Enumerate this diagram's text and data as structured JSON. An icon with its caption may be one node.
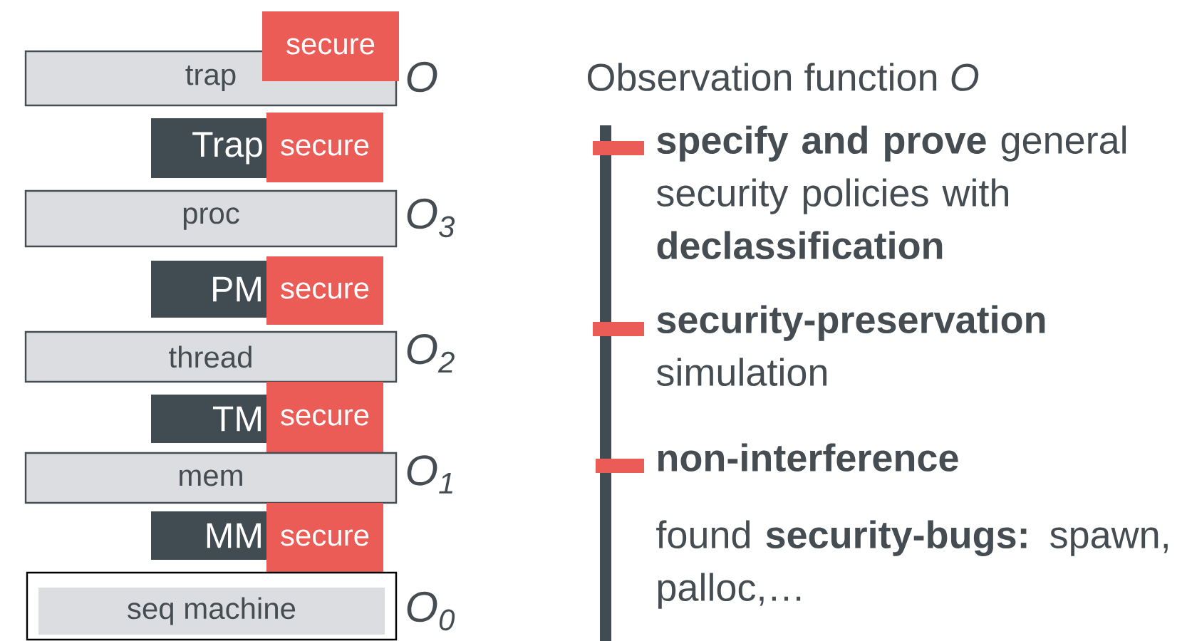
{
  "diagram": {
    "title": "Observation function *O*",
    "nodes": [
      {
        "text": [
          "secure"
        ]
      },
      {
        "text": [
          "trap"
        ],
        "beside": [
          "O"
        ]
      },
      {
        "text": [
          "Trap"
        ]
      },
      {
        "text": [
          "secure"
        ]
      },
      {
        "text": [
          "proc"
        ],
        "beside": [
          "O$_{3}$"
        ]
      },
      {
        "text": [
          "PM"
        ]
      },
      {
        "text": [
          "secure"
        ]
      },
      {
        "text": [
          "thread"
        ],
        "beside": [
          "O$_{2}$"
        ]
      },
      {
        "text": [
          "TM"
        ]
      },
      {
        "text": [
          "secure"
        ]
      },
      {
        "text": [
          "mem"
        ],
        "beside": [
          "O$_{1}$"
        ]
      },
      {
        "text": [
          "MM"
        ]
      },
      {
        "text": [
          "secure"
        ]
      },
      {
        "text": [
          "seq machine"
        ],
        "beside": [
          "O$_{0}$"
        ]
      }
    ],
    "labels": [
      "**specify and prove** general security policies with **declassification**",
      "**security-preservation** simulation",
      "**non-interference**",
      "found **security-bugs:** spawn, palloc,…"
    ]
  }
}
